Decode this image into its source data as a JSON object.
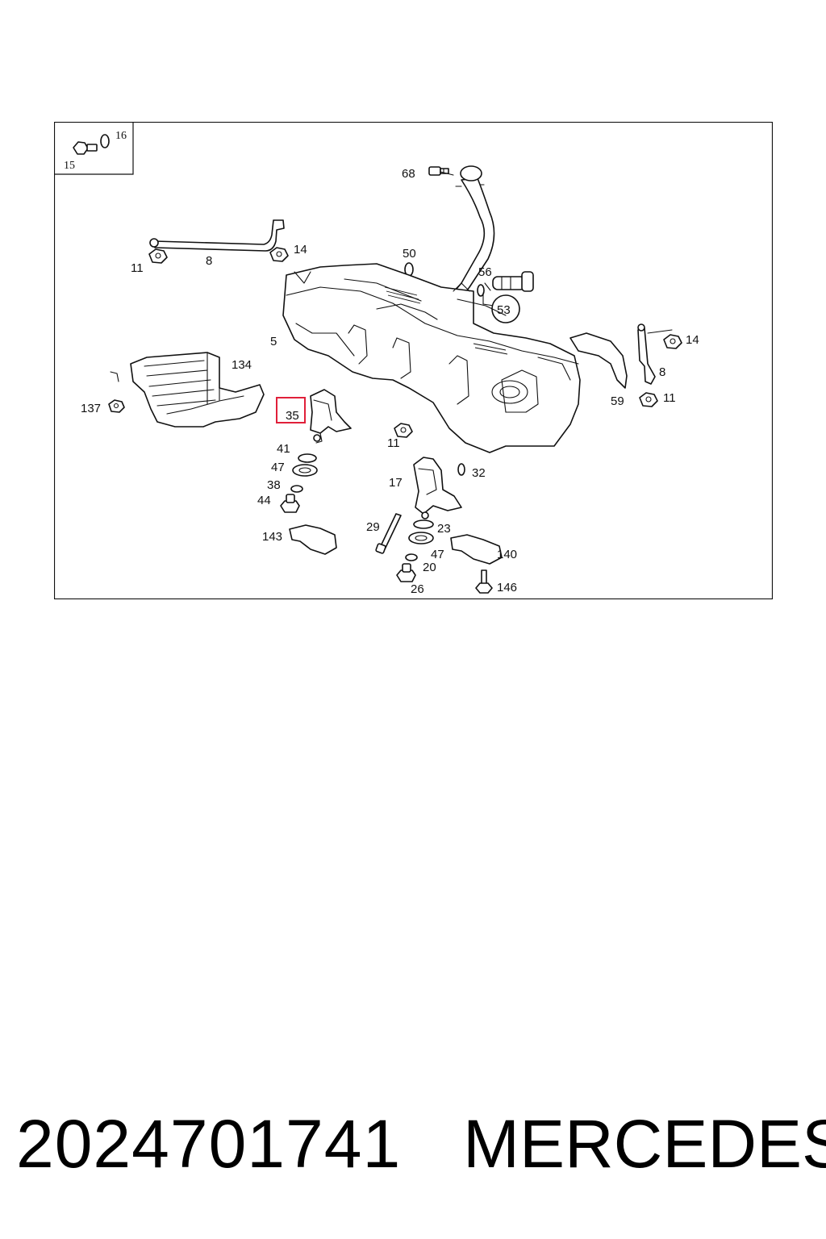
{
  "diagram": {
    "highlight_color": "#e0203a",
    "highlighted_part": "35",
    "inset_labels": {
      "bolt": "15",
      "washer": "16"
    },
    "labels": {
      "l68": "68",
      "l50": "50",
      "l56": "56",
      "l53": "53",
      "l14a": "14",
      "l11a": "11",
      "l8a": "8",
      "l5": "5",
      "l134": "134",
      "l137": "137",
      "l35": "35",
      "l41": "41",
      "l47a": "47",
      "l38": "38",
      "l44": "44",
      "l143": "143",
      "l11b": "11",
      "l17": "17",
      "l32": "32",
      "l29": "29",
      "l23": "23",
      "l47b": "47",
      "l20": "20",
      "l26": "26",
      "l140": "140",
      "l146": "146",
      "l14b": "14",
      "l8b": "8",
      "l59": "59",
      "l11c": "11"
    }
  },
  "caption": {
    "part_number": "2024701741",
    "brand": "MERCEDES"
  }
}
